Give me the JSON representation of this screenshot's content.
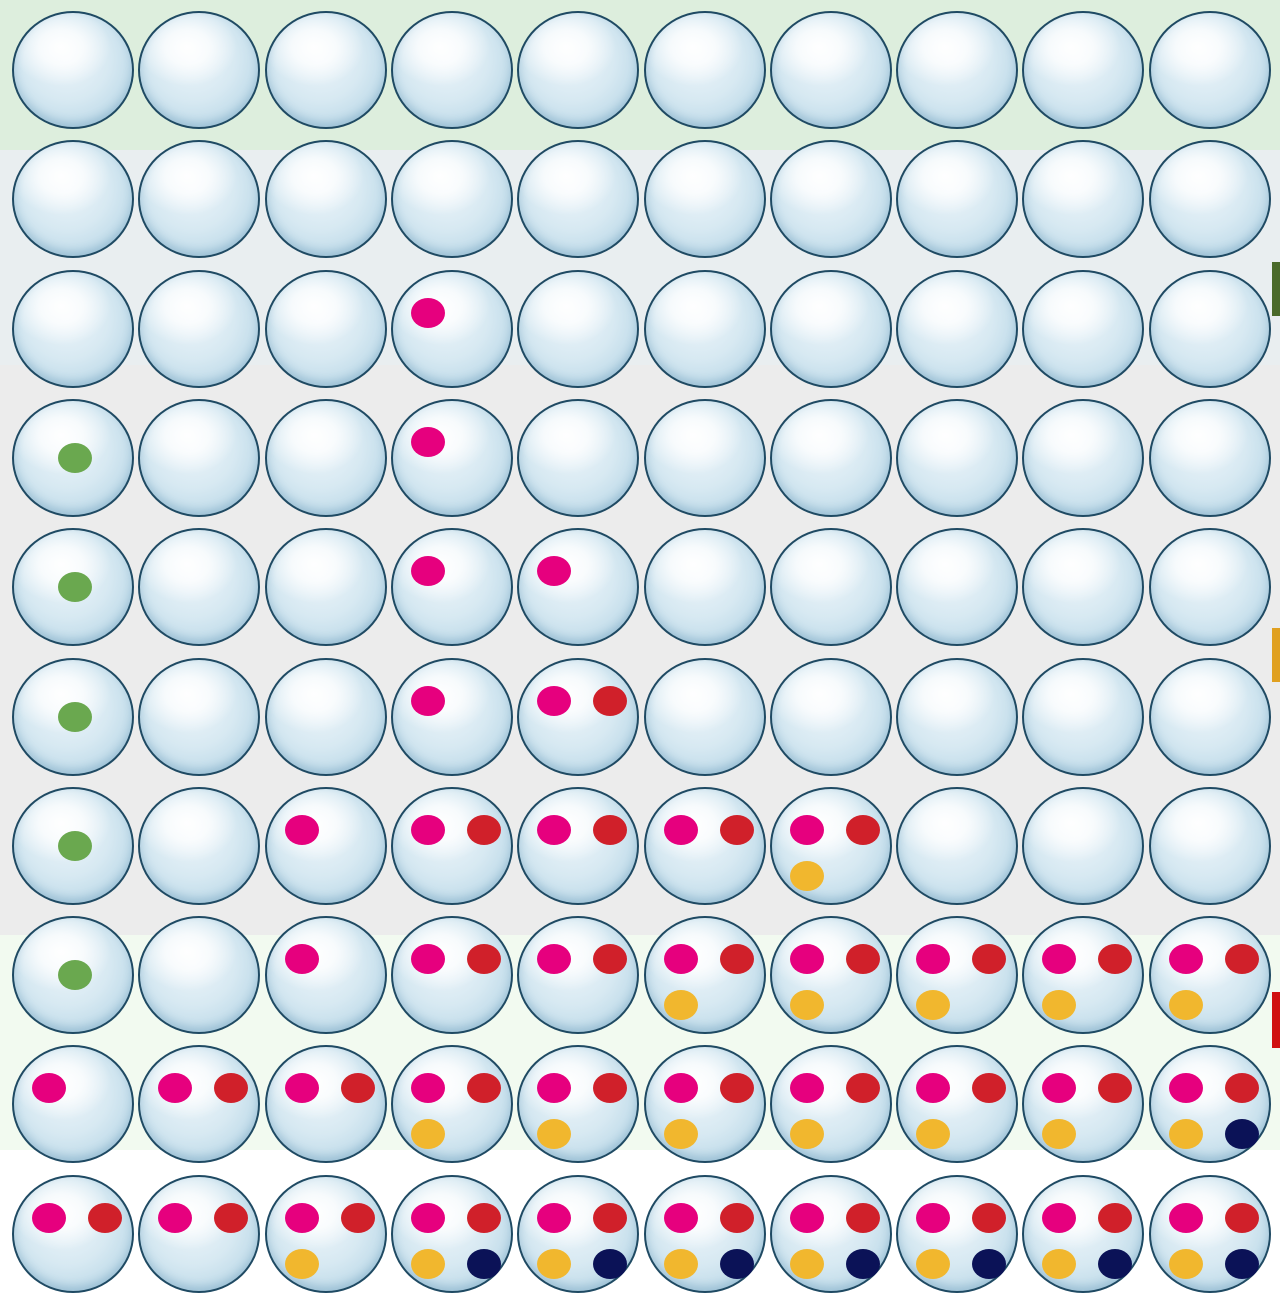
{
  "palette": {
    "green": "#6aa84f",
    "magenta": "#e6007e",
    "red": "#d0202a",
    "yellow": "#f1b72e",
    "navy": "#0b1257"
  },
  "bands": [
    {
      "name": "band-green-top",
      "color": "#ddeedd"
    },
    {
      "name": "band-light-gray",
      "color": "#e9eef0"
    },
    {
      "name": "band-gray",
      "color": "#ececec"
    },
    {
      "name": "band-pale-green",
      "color": "#f2faf0"
    },
    {
      "name": "band-white",
      "color": "#ffffff"
    }
  ],
  "edge_markers": [
    {
      "name": "edge-marker-green",
      "color": "#4a6a2a"
    },
    {
      "name": "edge-marker-gold",
      "color": "#e0a020"
    },
    {
      "name": "edge-marker-red",
      "color": "#d01010"
    }
  ],
  "grid": {
    "rows": 10,
    "cols": 10,
    "cells": [
      [
        [],
        [],
        [],
        [],
        [],
        [],
        [],
        [],
        [],
        []
      ],
      [
        [],
        [],
        [],
        [],
        [],
        [],
        [],
        [],
        [],
        []
      ],
      [
        [],
        [],
        [],
        [
          "magenta"
        ],
        [],
        [],
        [],
        [],
        [],
        []
      ],
      [
        [
          "green"
        ],
        [],
        [],
        [
          "magenta"
        ],
        [],
        [],
        [],
        [],
        [],
        []
      ],
      [
        [
          "green"
        ],
        [],
        [],
        [
          "magenta"
        ],
        [
          "magenta"
        ],
        [],
        [],
        [],
        [],
        []
      ],
      [
        [
          "green"
        ],
        [],
        [],
        [
          "magenta"
        ],
        [
          "magenta",
          "red"
        ],
        [],
        [],
        [],
        [],
        []
      ],
      [
        [
          "green"
        ],
        [],
        [
          "magenta"
        ],
        [
          "magenta",
          "red"
        ],
        [
          "magenta",
          "red"
        ],
        [
          "magenta",
          "red"
        ],
        [
          "magenta",
          "red",
          "yellow"
        ],
        [],
        [],
        []
      ],
      [
        [
          "green"
        ],
        [],
        [
          "magenta"
        ],
        [
          "magenta",
          "red"
        ],
        [
          "magenta",
          "red"
        ],
        [
          "magenta",
          "red",
          "yellow"
        ],
        [
          "magenta",
          "red",
          "yellow"
        ],
        [
          "magenta",
          "red",
          "yellow"
        ],
        [
          "magenta",
          "red",
          "yellow"
        ],
        [
          "magenta",
          "red",
          "yellow"
        ]
      ],
      [
        [
          "magenta"
        ],
        [
          "magenta",
          "red"
        ],
        [
          "magenta",
          "red"
        ],
        [
          "magenta",
          "red",
          "yellow"
        ],
        [
          "magenta",
          "red",
          "yellow"
        ],
        [
          "magenta",
          "red",
          "yellow"
        ],
        [
          "magenta",
          "red",
          "yellow"
        ],
        [
          "magenta",
          "red",
          "yellow"
        ],
        [
          "magenta",
          "red",
          "yellow"
        ],
        [
          "magenta",
          "red",
          "yellow",
          "navy"
        ]
      ],
      [
        [
          "magenta",
          "red"
        ],
        [
          "magenta",
          "red"
        ],
        [
          "magenta",
          "red",
          "yellow"
        ],
        [
          "magenta",
          "red",
          "yellow",
          "navy"
        ],
        [
          "magenta",
          "red",
          "yellow",
          "navy"
        ],
        [
          "magenta",
          "red",
          "yellow",
          "navy"
        ],
        [
          "magenta",
          "red",
          "yellow",
          "navy"
        ],
        [
          "magenta",
          "red",
          "yellow",
          "navy"
        ],
        [
          "magenta",
          "red",
          "yellow",
          "navy"
        ],
        [
          "magenta",
          "red",
          "yellow",
          "navy"
        ]
      ]
    ]
  }
}
